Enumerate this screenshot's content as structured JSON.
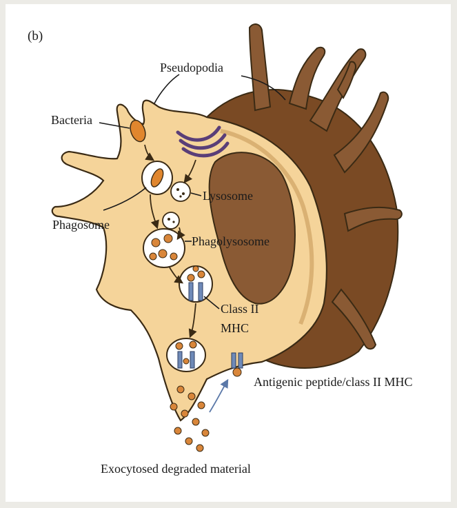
{
  "figure": {
    "panel_label": "(b)",
    "colors": {
      "cytoplasm": "#f5d49a",
      "cytoplasm_edge": "#3a2a14",
      "cell_shadow": "#7a4a24",
      "nucleus": "#8a5a34",
      "bacteria": "#e0862e",
      "vesicle": "#ffffff",
      "golgi": "#6a4e8a",
      "mhc": "#6f8ab8",
      "peptide": "#d9863a"
    },
    "labels": {
      "pseudopodia": "Pseudopodia",
      "bacteria": "Bacteria",
      "lysosome": "Lysosome",
      "phagosome": "Phagosome",
      "phagolysosome": "Phagolysosome",
      "class_ii_line1": "Class II",
      "class_ii_line2": "MHC",
      "antigenic_peptide": "Antigenic peptide/class II MHC",
      "exocytosed": "Exocytosed degraded material"
    }
  }
}
